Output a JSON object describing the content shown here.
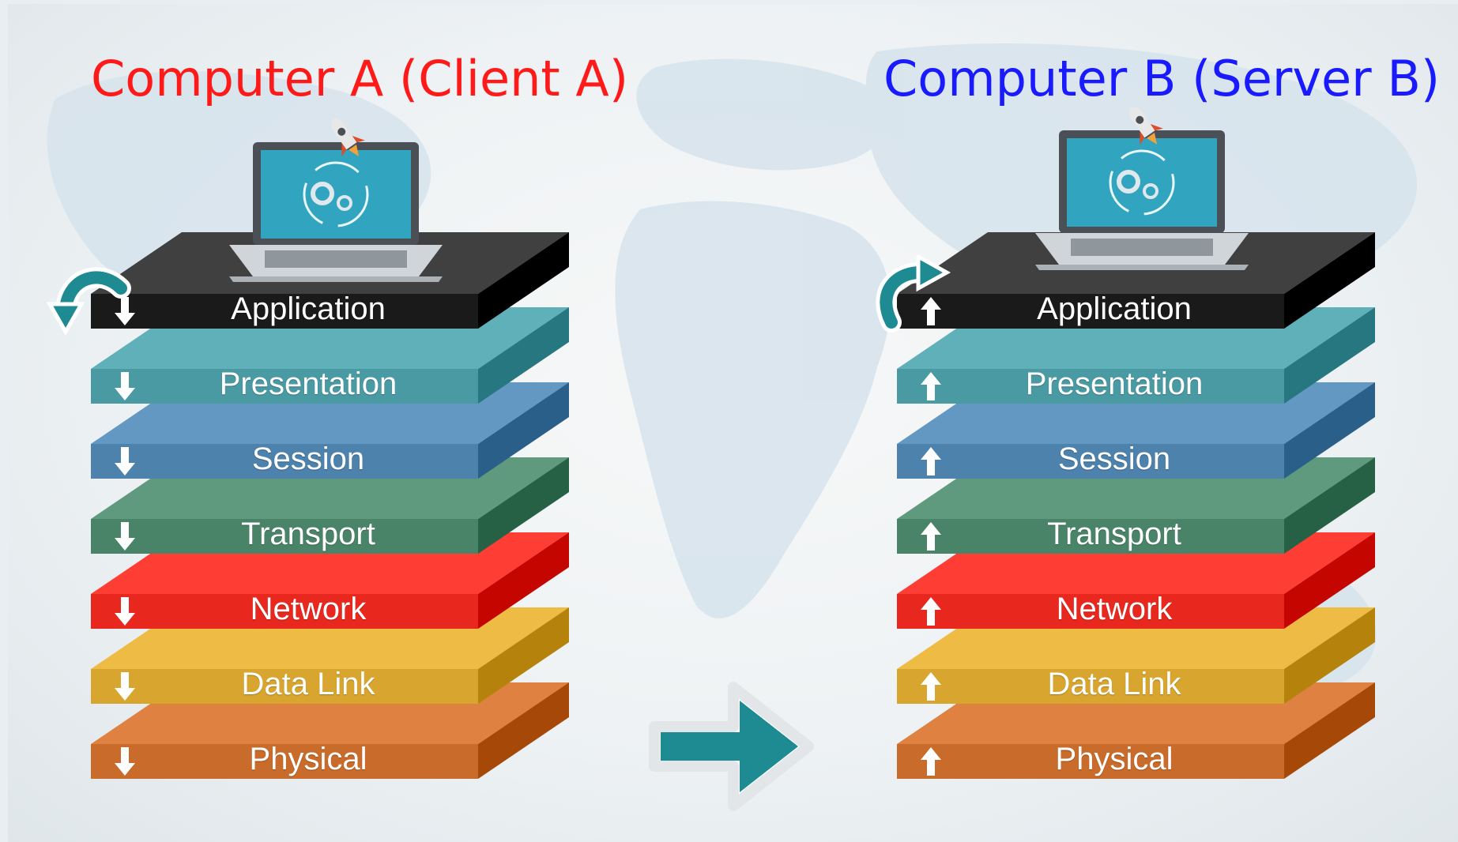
{
  "computer_a": {
    "title": "Computer A (Client A)",
    "title_color": "#ff1a1a",
    "direction": "down",
    "layers": [
      {
        "label": "Application",
        "color": "#1a1a1a"
      },
      {
        "label": "Presentation",
        "color": "#4a9aa3"
      },
      {
        "label": "Session",
        "color": "#4d82ad"
      },
      {
        "label": "Transport",
        "color": "#4a8468"
      },
      {
        "label": "Network",
        "color": "#e8281e"
      },
      {
        "label": "Data Link",
        "color": "#d8a62e"
      },
      {
        "label": "Physical",
        "color": "#c96b2a"
      }
    ]
  },
  "computer_b": {
    "title": "Computer B (Server B)",
    "title_color": "#1a1aff",
    "direction": "up",
    "layers": [
      {
        "label": "Application",
        "color": "#1a1a1a"
      },
      {
        "label": "Presentation",
        "color": "#4a9aa3"
      },
      {
        "label": "Session",
        "color": "#4d82ad"
      },
      {
        "label": "Transport",
        "color": "#4a8468"
      },
      {
        "label": "Network",
        "color": "#e8281e"
      },
      {
        "label": "Data Link",
        "color": "#d8a62e"
      },
      {
        "label": "Physical",
        "color": "#c96b2a"
      }
    ]
  },
  "flow_arrow_color": "#1e8a92",
  "icons": {
    "laptop": "laptop-icon",
    "rocket": "rocket-icon",
    "rotate": "rotate-arrow-icon",
    "layer_arrow_down": "arrow-down-icon",
    "layer_arrow_up": "arrow-up-icon",
    "flow": "arrow-right-icon"
  }
}
